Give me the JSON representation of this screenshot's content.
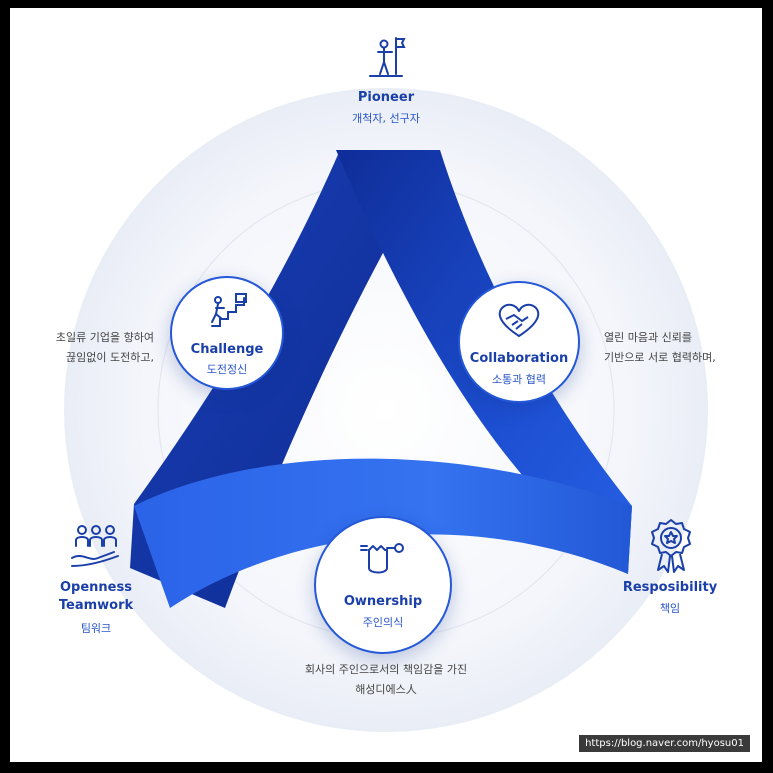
{
  "nodes": {
    "pioneer": {
      "title": "Pioneer",
      "sub": "개척자, 선구자",
      "icon": "flag-climber-icon"
    },
    "challenge": {
      "title": "Challenge",
      "sub": "도전정신",
      "icon": "stairs-climber-icon",
      "desc": [
        "초일류 기업을 향하여",
        "끊임없이 도전하고,"
      ]
    },
    "collaboration": {
      "title": "Collaboration",
      "sub": "소통과 협력",
      "icon": "handshake-heart-icon",
      "desc": [
        "열린 마음과 신뢰를",
        "기반으로 서로 협력하며,"
      ]
    },
    "ownership": {
      "title": "Ownership",
      "sub": "주인의식",
      "icon": "fist-key-icon",
      "desc": [
        "회사의 주인으로서의 책임감을 가진",
        "해성디에스人"
      ]
    },
    "openness": {
      "title_line1": "Openness",
      "title_line2": "Teamwork",
      "sub": "팀워크",
      "icon": "team-people-icon"
    },
    "responsibility": {
      "title": "Resposibility",
      "sub": "책임",
      "icon": "award-badge-icon"
    }
  },
  "watermark": "https://blog.naver.com/hyosu01",
  "colors": {
    "dark_blue": "#0f2f9e",
    "mid_blue": "#1c4fd0",
    "light_blue": "#2f6bee",
    "title_blue": "#1a3fa8"
  }
}
